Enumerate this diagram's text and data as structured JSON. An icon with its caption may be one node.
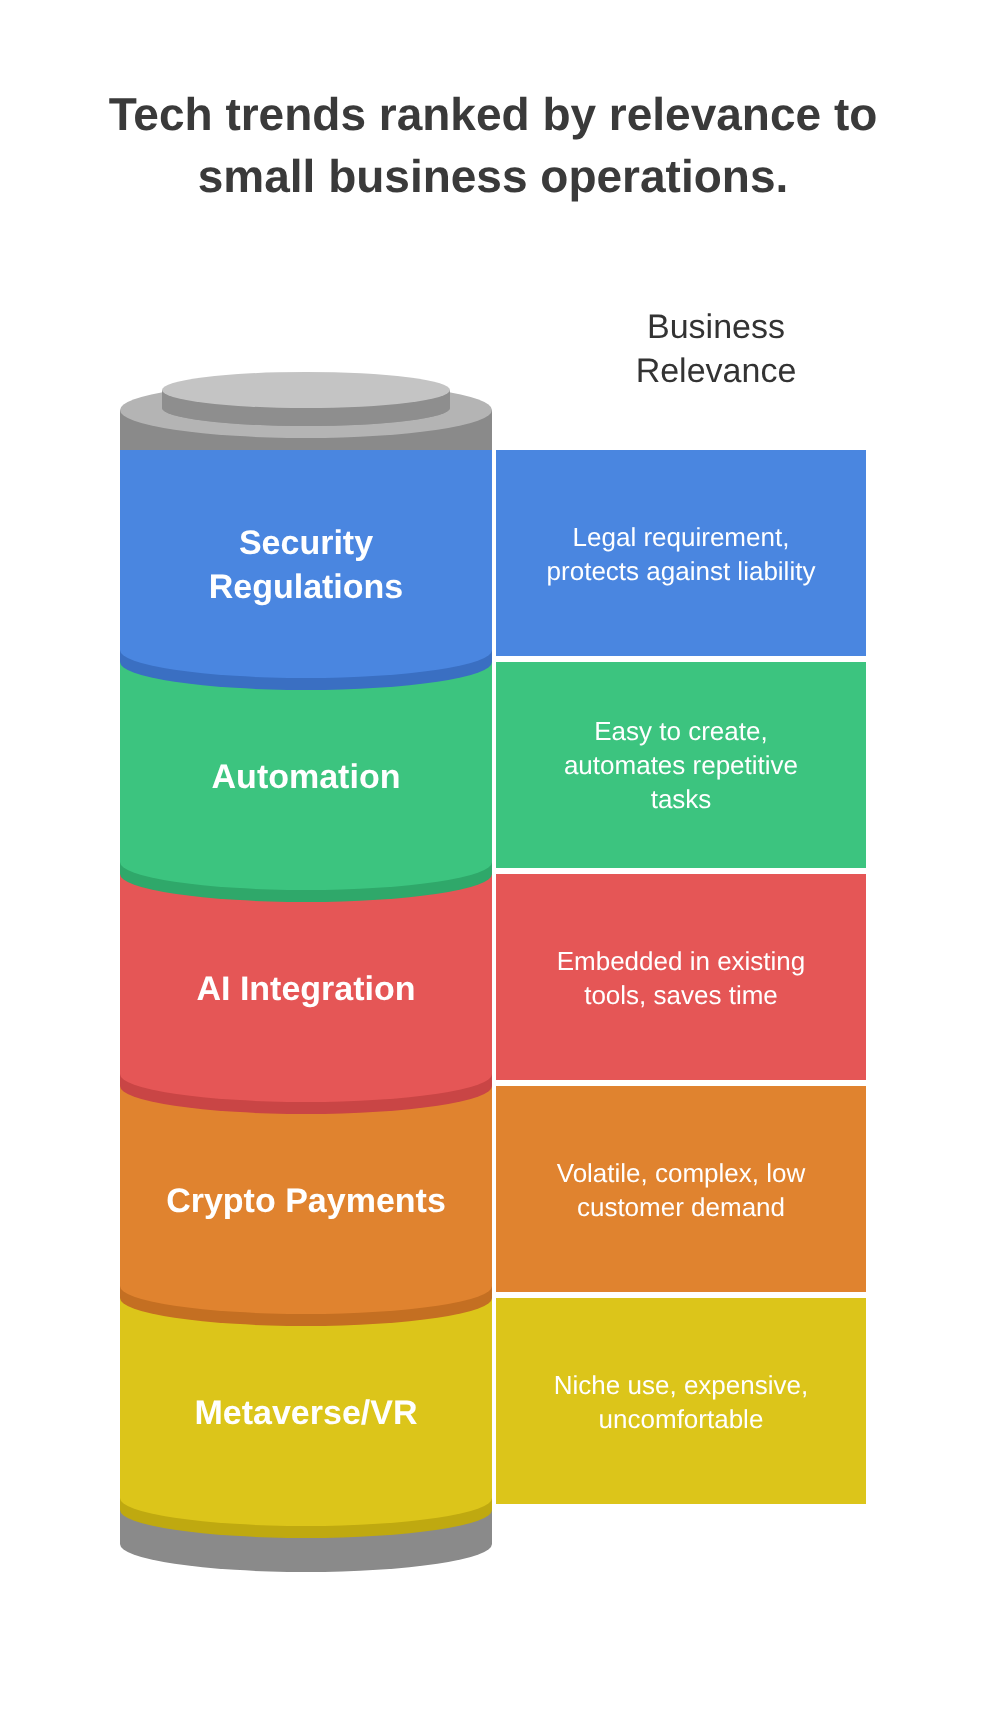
{
  "diagram": {
    "title": "Tech trends ranked by relevance to small business operations.",
    "nodes": [
      {
        "text": [
          "Security Regulations"
        ]
      },
      {
        "text": [
          "Automation"
        ]
      },
      {
        "text": [
          "AI Integration"
        ]
      },
      {
        "text": [
          "Crypto Payments"
        ]
      },
      {
        "text": [
          "Metaverse/VR"
        ]
      },
      {
        "text": [
          "Legal requirement, protects against liability"
        ]
      },
      {
        "text": [
          "Easy to create, automates repetitive tasks"
        ]
      },
      {
        "text": [
          "Embedded in existing tools, saves time"
        ]
      },
      {
        "text": [
          "Volatile, complex, low customer demand"
        ]
      },
      {
        "text": [
          "Niche use, expensive, uncomfortable"
        ]
      }
    ],
    "edges": [],
    "labels": [
      "Business Relevance"
    ]
  }
}
